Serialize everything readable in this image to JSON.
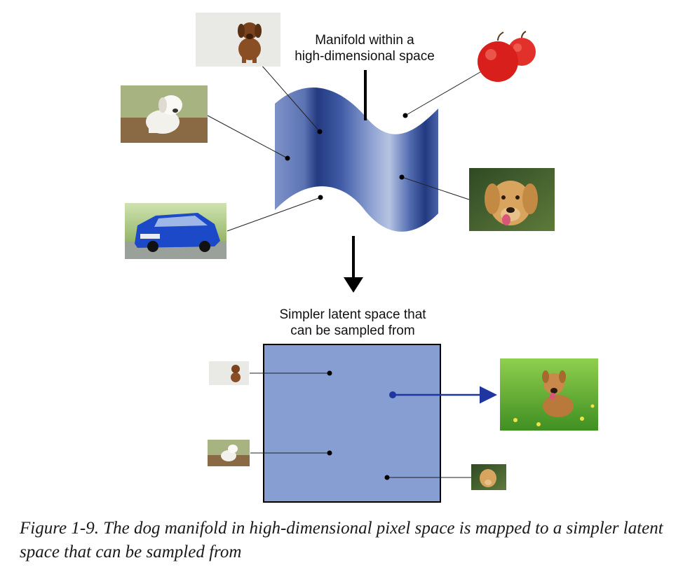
{
  "top_label": {
    "line1": "Manifold within a",
    "line2": "high-dimensional space"
  },
  "bottom_label": {
    "line1": "Simpler latent space that",
    "line2": "can be sampled from"
  },
  "caption": "Figure 1-9. The dog manifold in high-dimensional pixel space is mapped to a simpler latent space that can be sampled from",
  "images": [
    {
      "id": "puppy-brown",
      "subject": "puppy",
      "icon": "puppy-photo-icon"
    },
    {
      "id": "puppy-white",
      "subject": "puppy",
      "icon": "puppy-photo-icon"
    },
    {
      "id": "blue-car",
      "subject": "car",
      "icon": "car-photo-icon"
    },
    {
      "id": "red-apples",
      "subject": "apples",
      "icon": "apple-photo-icon"
    },
    {
      "id": "golden-retriever",
      "subject": "dog",
      "icon": "dog-photo-icon"
    },
    {
      "id": "generated-dog",
      "subject": "dog on grass",
      "icon": "dog-photo-icon"
    }
  ],
  "colors": {
    "manifold_dark": "#223a80",
    "manifold_light": "#b6c4e2",
    "latent_fill": "#869ed2",
    "arrow_blue": "#1f36a0",
    "text": "#111111"
  }
}
